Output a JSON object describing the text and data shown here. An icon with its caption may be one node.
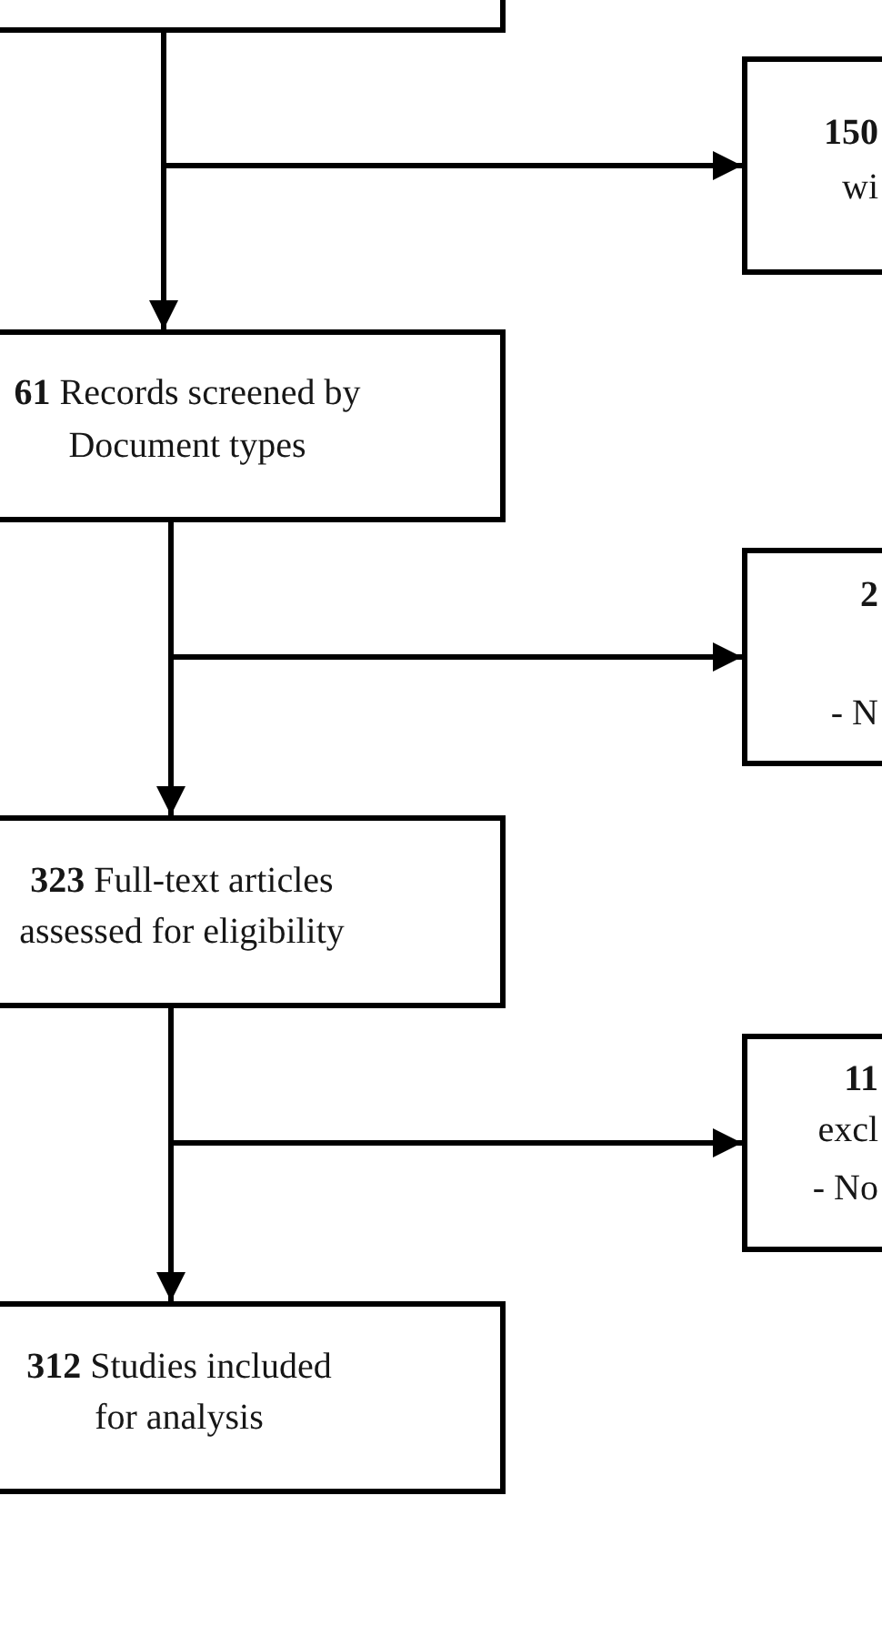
{
  "diagram": {
    "nodes": [
      {
        "text": [],
        "shape": "box"
      },
      {
        "text": [
          "**61** Records screened by Document types"
        ]
      },
      {
        "text": [
          "**323** Full-text articles assessed for eligibility"
        ]
      },
      {
        "text": [
          "**312** Studies included for analysis"
        ]
      },
      {
        "text": [
          "**150** wi"
        ]
      },
      {
        "text": [
          "**2**",
          "- N"
        ]
      },
      {
        "text": [
          "**11** excl",
          "- No"
        ]
      }
    ],
    "edges": [
      {
        "from": 0,
        "to": 1,
        "arrow": "to"
      },
      {
        "from": 0,
        "to": 4,
        "arrow": "to"
      },
      {
        "from": 1,
        "to": 2,
        "arrow": "to"
      },
      {
        "from": 1,
        "to": 5,
        "arrow": "to"
      },
      {
        "from": 2,
        "to": 3,
        "arrow": "to"
      },
      {
        "from": 2,
        "to": 6,
        "arrow": "to"
      }
    ]
  }
}
